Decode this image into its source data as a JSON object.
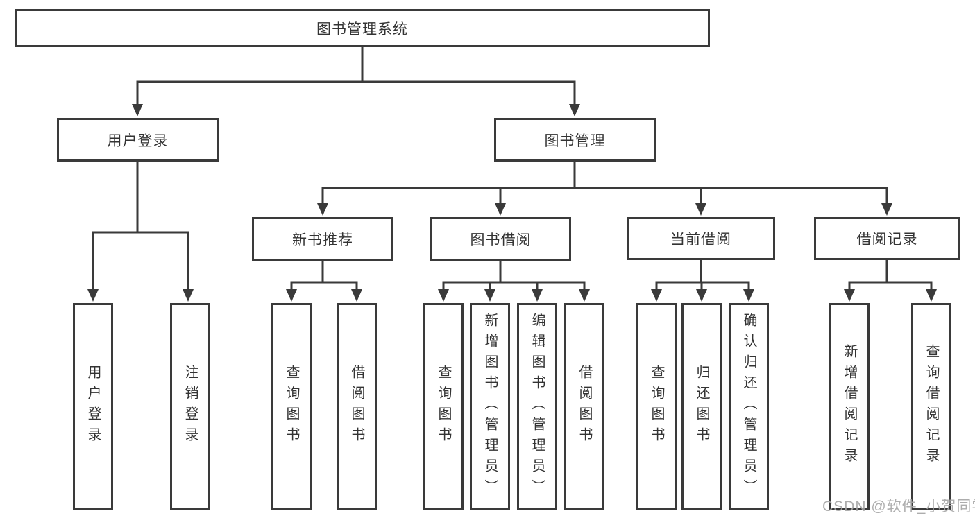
{
  "tree": {
    "label": "图书管理系统",
    "children": [
      {
        "label": "用户登录",
        "children": [
          {
            "label": "用户登录"
          },
          {
            "label": "注销登录"
          }
        ]
      },
      {
        "label": "图书管理",
        "children": [
          {
            "label": "新书推荐",
            "children": [
              {
                "label": "查询图书"
              },
              {
                "label": "借阅图书"
              }
            ]
          },
          {
            "label": "图书借阅",
            "children": [
              {
                "label": "查询图书"
              },
              {
                "label": "新增图书（管理员）"
              },
              {
                "label": "编辑图书（管理员）"
              },
              {
                "label": "借阅图书"
              }
            ]
          },
          {
            "label": "当前借阅",
            "children": [
              {
                "label": "查询图书"
              },
              {
                "label": "归还图书"
              },
              {
                "label": "确认归还（管理员）"
              }
            ]
          },
          {
            "label": "借阅记录",
            "children": [
              {
                "label": "新增借阅记录"
              },
              {
                "label": "查询借阅记录"
              }
            ]
          }
        ]
      }
    ]
  },
  "watermark": "CSDN @软件_小贺同学",
  "colors": {
    "line": "#3a3a3a",
    "text": "#333333",
    "box_fill": "#ffffff",
    "watermark": "#a6a6a6"
  }
}
